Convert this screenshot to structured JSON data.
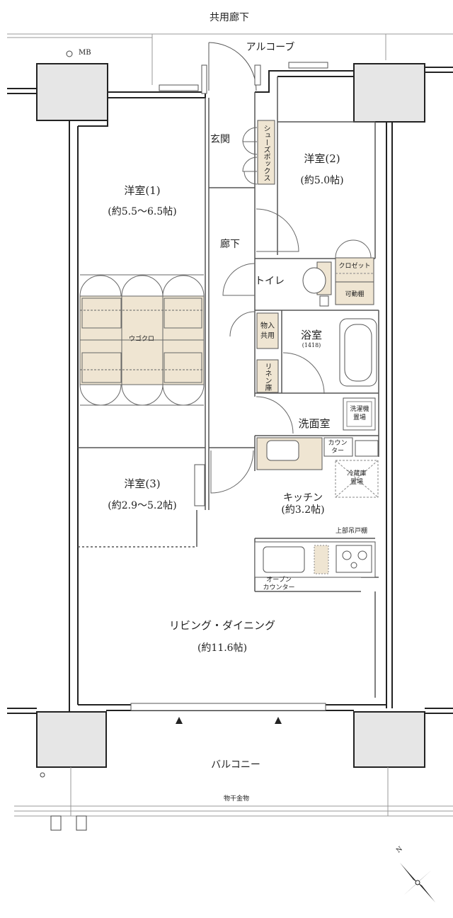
{
  "labels": {
    "corridor": "共用廊下",
    "alcove": "アルコーブ",
    "mb": "MB",
    "entrance": "玄関",
    "shoebox": "シューズボックス",
    "western2": "洋室(2)",
    "western2_size": "(約5.0帖)",
    "western1": "洋室(1)",
    "western1_size": "(約5.5～6.5帖)",
    "hallway": "廊下",
    "toilet": "トイレ",
    "closet": "クロゼット",
    "movable_shelf": "可動棚",
    "storage": "物入",
    "storage_shared": "共用",
    "bath": "浴室",
    "bath_size": "(1418)",
    "linen": "リネン庫",
    "wardrobe": "ウゴクロ",
    "washroom": "洗面室",
    "washer": "洗濯機",
    "washer2": "置場",
    "counter": "カウン",
    "counter2": "ター",
    "fridge": "冷蔵庫",
    "fridge2": "置場",
    "western3": "洋室(3)",
    "western3_size": "(約2.9～5.2帖)",
    "kitchen": "キッチン",
    "kitchen_size": "(約3.2帖)",
    "upper_cabinet": "上部吊戸棚",
    "open_counter": "オープン",
    "open_counter2": "カウンター",
    "living": "リビング・ダイニング",
    "living_size": "(約11.6帖)",
    "balcony": "バルコニー",
    "drying": "物干金物",
    "north": "N"
  },
  "colors": {
    "wall": "#222222",
    "column": "#e6e6e6",
    "storage_fill": "#efe5d2",
    "line": "#555555"
  }
}
